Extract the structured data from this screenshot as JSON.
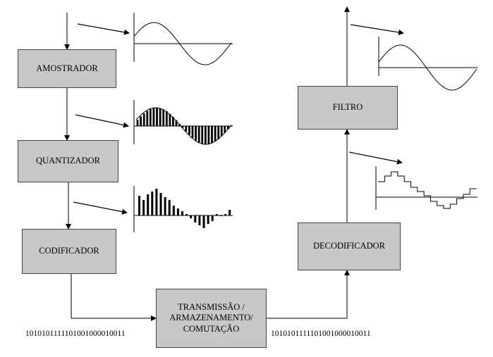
{
  "blocks": {
    "amostrador": "AMOSTRADOR",
    "quantizador": "QUANTIZADOR",
    "codificador": "CODIFICADOR",
    "transmissao_line1": "TRANSMISSÃO /",
    "transmissao_line2": "ARMAZENAMENTO/",
    "transmissao_line3": "COMUTAÇÃO",
    "decodificador": "DECODIFICADOR",
    "filtro": "FILTRO"
  },
  "bitstreams": {
    "input": "1010101111101001000010011",
    "output": "1010101111101001000010011"
  },
  "colors": {
    "block_fill": "#c8c8c8",
    "block_border": "#444444",
    "line": "#000000"
  }
}
